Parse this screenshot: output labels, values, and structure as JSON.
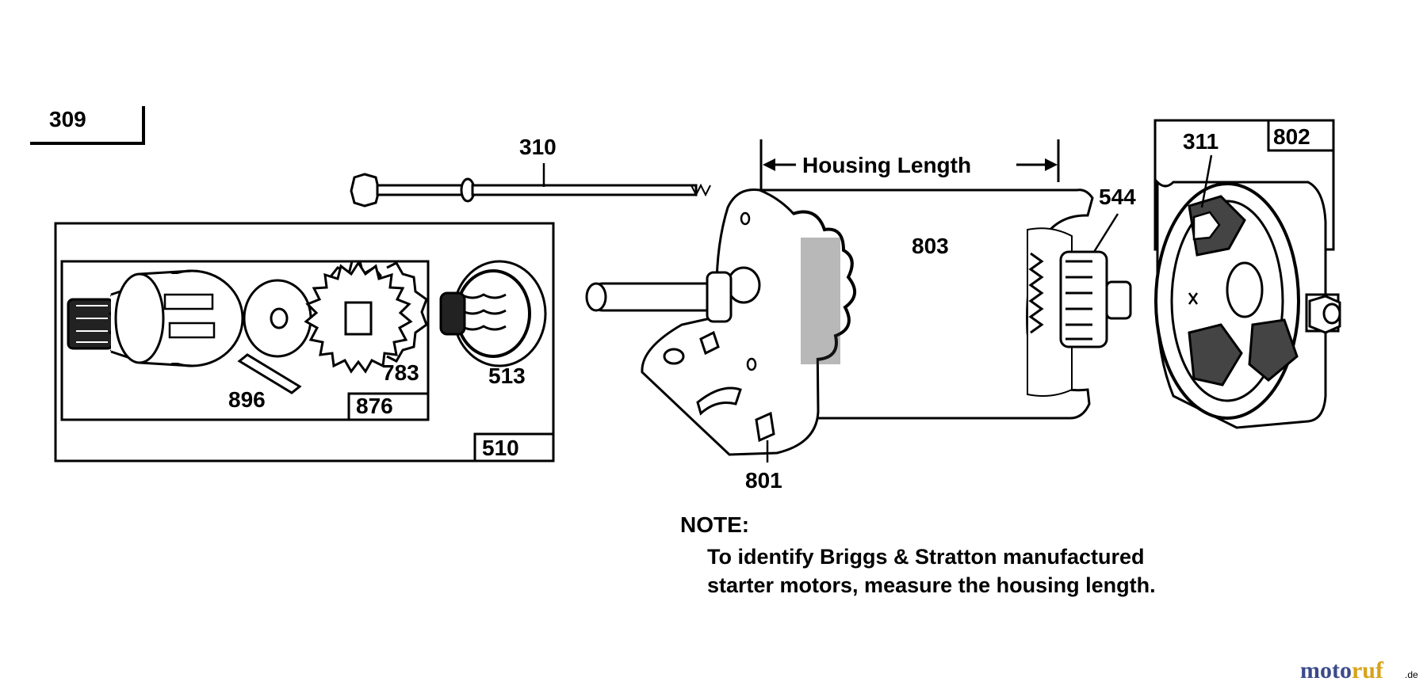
{
  "diagram": {
    "ref_309": "309",
    "labels": {
      "p310": "310",
      "p311": "311",
      "p510": "510",
      "p513": "513",
      "p544": "544",
      "p783": "783",
      "p801": "801",
      "p802": "802",
      "p803": "803",
      "p876": "876",
      "p896": "896"
    },
    "housing_length": "Housing Length",
    "note": {
      "title": "NOTE:",
      "line1": "To identify Briggs & Stratton manufactured",
      "line2": "starter motors, measure the housing length."
    }
  },
  "watermark": {
    "brand_a": "moto",
    "brand_b": "ruf",
    "suffix": ".de",
    "colors": {
      "brand_a": "#3a4a8a",
      "brand_b": "#d8a21a"
    }
  }
}
